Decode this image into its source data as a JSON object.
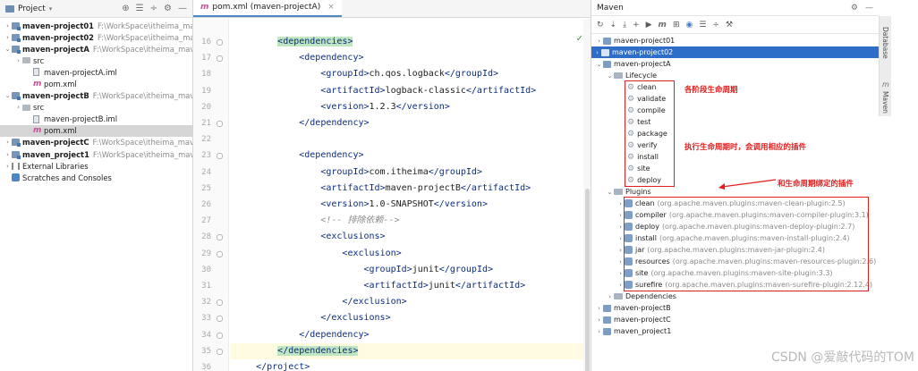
{
  "project_panel": {
    "title": "Project",
    "tree": [
      {
        "arrow": "›",
        "icon": "module",
        "name": "maven-project01",
        "path": "F:\\WorkSpace\\itheima_mave",
        "bold": true,
        "indent": 0
      },
      {
        "arrow": "›",
        "icon": "module",
        "name": "maven-project02",
        "path": "F:\\WorkSpace\\itheima_mave",
        "bold": true,
        "indent": 0
      },
      {
        "arrow": "⌄",
        "icon": "module",
        "name": "maven-projectA",
        "path": "F:\\WorkSpace\\itheima_mave",
        "bold": true,
        "indent": 0
      },
      {
        "arrow": "›",
        "icon": "src",
        "name": "src",
        "path": "",
        "bold": false,
        "indent": 1
      },
      {
        "arrow": "",
        "icon": "iml",
        "name": "maven-projectA.iml",
        "path": "",
        "bold": false,
        "indent": 2
      },
      {
        "arrow": "",
        "icon": "m",
        "name": "pom.xml",
        "path": "",
        "bold": false,
        "indent": 2
      },
      {
        "arrow": "⌄",
        "icon": "module",
        "name": "maven-projectB",
        "path": "F:\\WorkSpace\\itheima_mave",
        "bold": true,
        "indent": 0
      },
      {
        "arrow": "›",
        "icon": "src",
        "name": "src",
        "path": "",
        "bold": false,
        "indent": 1
      },
      {
        "arrow": "",
        "icon": "iml",
        "name": "maven-projectB.iml",
        "path": "",
        "bold": false,
        "indent": 2
      },
      {
        "arrow": "",
        "icon": "m",
        "name": "pom.xml",
        "path": "",
        "bold": false,
        "indent": 2,
        "selected": true
      },
      {
        "arrow": "›",
        "icon": "module",
        "name": "maven-projectC",
        "path": "F:\\WorkSpace\\itheima_mave",
        "bold": true,
        "indent": 0
      },
      {
        "arrow": "›",
        "icon": "module",
        "name": "maven_project1",
        "path": "F:\\WorkSpace\\itheima_mave",
        "bold": true,
        "indent": 0
      },
      {
        "arrow": "›",
        "icon": "lib",
        "name": "External Libraries",
        "path": "",
        "bold": false,
        "indent": 0
      },
      {
        "arrow": "",
        "icon": "scratch",
        "name": "Scratches and Consoles",
        "path": "",
        "bold": false,
        "indent": 0
      }
    ]
  },
  "editor": {
    "tab_label": "pom.xml (maven-projectA)",
    "line_numbers": [
      "16",
      "17",
      "18",
      "19",
      "20",
      "21",
      "22",
      "23",
      "24",
      "25",
      "26",
      "27",
      "28",
      "29",
      "30",
      "31",
      "32",
      "33",
      "34",
      "35",
      "36"
    ],
    "lines": [
      {
        "indent": 2,
        "kind": "tag",
        "text": "<dependencies>",
        "hl": true
      },
      {
        "indent": 3,
        "kind": "tag",
        "text": "<dependency>"
      },
      {
        "indent": 4,
        "kind": "mixed",
        "open": "<groupId>",
        "value": "ch.qos.logback",
        "close": "</groupId>"
      },
      {
        "indent": 4,
        "kind": "mixed",
        "open": "<artifactId>",
        "value": "logback-classic",
        "close": "</artifactId>"
      },
      {
        "indent": 4,
        "kind": "mixed",
        "open": "<version>",
        "value": "1.2.3",
        "close": "</version>"
      },
      {
        "indent": 3,
        "kind": "tag",
        "text": "</dependency>"
      },
      {
        "indent": 0,
        "kind": "blank",
        "text": ""
      },
      {
        "indent": 3,
        "kind": "tag",
        "text": "<dependency>"
      },
      {
        "indent": 4,
        "kind": "mixed",
        "open": "<groupId>",
        "value": "com.itheima",
        "close": "</groupId>"
      },
      {
        "indent": 4,
        "kind": "mixed",
        "open": "<artifactId>",
        "value": "maven-projectB",
        "close": "</artifactId>"
      },
      {
        "indent": 4,
        "kind": "mixed",
        "open": "<version>",
        "value": "1.0-SNAPSHOT",
        "close": "</version>"
      },
      {
        "indent": 4,
        "kind": "comment",
        "text": "<!-- 排除依赖-->"
      },
      {
        "indent": 4,
        "kind": "tag",
        "text": "<exclusions>"
      },
      {
        "indent": 5,
        "kind": "tag",
        "text": "<exclusion>"
      },
      {
        "indent": 6,
        "kind": "mixed",
        "open": "<groupId>",
        "value": "junit",
        "close": "</groupId>"
      },
      {
        "indent": 6,
        "kind": "mixed",
        "open": "<artifactId>",
        "value": "junit",
        "close": "</artifactId>"
      },
      {
        "indent": 5,
        "kind": "tag",
        "text": "</exclusion>"
      },
      {
        "indent": 4,
        "kind": "tag",
        "text": "</exclusions>"
      },
      {
        "indent": 3,
        "kind": "tag",
        "text": "</dependency>"
      },
      {
        "indent": 2,
        "kind": "tag",
        "text": "</dependencies>",
        "hl": true,
        "current": true
      },
      {
        "indent": 1,
        "kind": "tag",
        "text": "</project>"
      }
    ]
  },
  "maven_panel": {
    "title": "Maven",
    "toolbar": [
      "↻",
      "⇣",
      "⤓",
      "+",
      "▶",
      "m",
      "⊞",
      "◉",
      "☰",
      "÷",
      "⚒"
    ],
    "projects_top": [
      {
        "name": "maven-project01",
        "selected": false,
        "arrow": "›"
      },
      {
        "name": "maven-project02",
        "selected": true,
        "arrow": "›"
      },
      {
        "name": "maven-projectA",
        "selected": false,
        "arrow": "⌄"
      }
    ],
    "lifecycle_label": "Lifecycle",
    "lifecycle": [
      "clean",
      "validate",
      "compile",
      "test",
      "package",
      "verify",
      "install",
      "site",
      "deploy"
    ],
    "plugins_label": "Plugins",
    "plugins": [
      {
        "name": "clean",
        "detail": "(org.apache.maven.plugins:maven-clean-plugin:2.5)"
      },
      {
        "name": "compiler",
        "detail": "(org.apache.maven.plugins:maven-compiler-plugin:3.1)"
      },
      {
        "name": "deploy",
        "detail": "(org.apache.maven.plugins:maven-deploy-plugin:2.7)"
      },
      {
        "name": "install",
        "detail": "(org.apache.maven.plugins:maven-install-plugin:2.4)"
      },
      {
        "name": "jar",
        "detail": "(org.apache.maven.plugins:maven-jar-plugin:2.4)"
      },
      {
        "name": "resources",
        "detail": "(org.apache.maven.plugins:maven-resources-plugin:2.6)"
      },
      {
        "name": "site",
        "detail": "(org.apache.maven.plugins:maven-site-plugin:3.3)"
      },
      {
        "name": "surefire",
        "detail": "(org.apache.maven.plugins:maven-surefire-plugin:2.12.4)"
      }
    ],
    "dependencies_label": "Dependencies",
    "projects_bottom": [
      "maven-projectB",
      "maven-projectC",
      "maven_project1"
    ],
    "annotations": {
      "lifecycle_phases": "各阶段生命周期",
      "invoke_note": "执行生命周期时，会调用相应的插件",
      "plugins_note": "和生命周期绑定的插件"
    }
  },
  "right_stripe": {
    "database": "Database",
    "maven": "Maven"
  },
  "watermark": "CSDN @爱敲代码的TOM"
}
